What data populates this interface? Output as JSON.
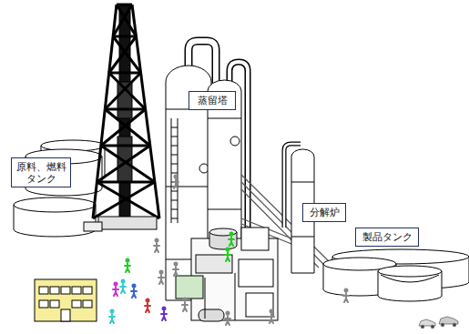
{
  "diagram": {
    "nodes": [
      {
        "text": [
          "蒸留塔"
        ]
      },
      {
        "text": [
          "原料、燃料 タンク"
        ]
      },
      {
        "text": [
          "分解炉"
        ]
      },
      {
        "text": [
          "製品タンク"
        ]
      }
    ]
  }
}
